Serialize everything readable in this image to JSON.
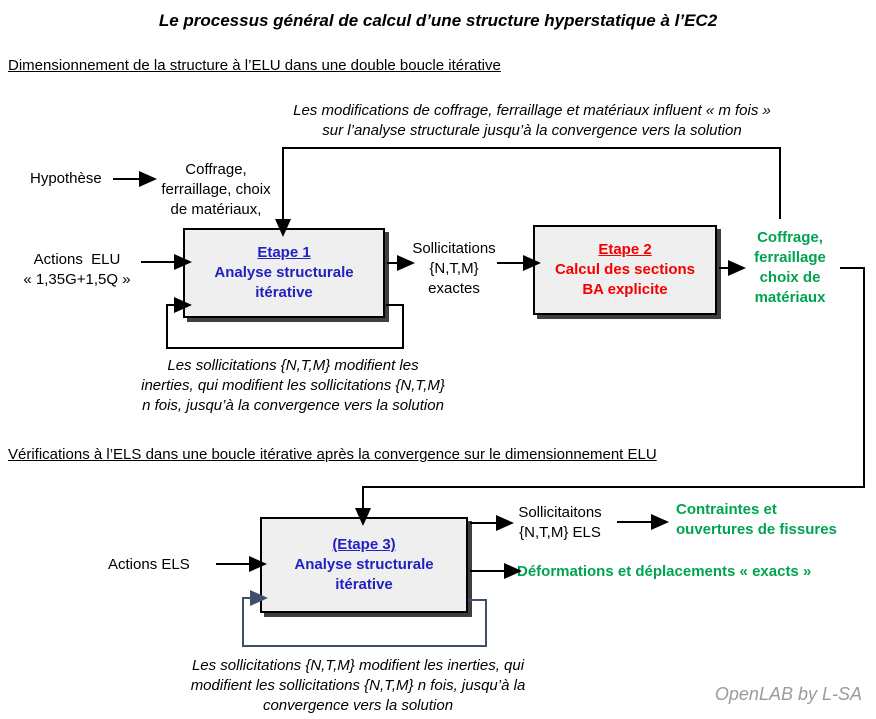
{
  "title": "Le processus général de calcul d’une structure hyperstatique à l’EC2",
  "sections": {
    "elu_heading": "Dimensionnement de la structure à l’ELU dans une double boucle itérative",
    "els_heading": "Vérifications à l’ELS dans une boucle itérative après la convergence sur le dimensionnement ELU"
  },
  "annotations": {
    "top_feedback": {
      "line1": "Les modifications de coffrage, ferraillage et matériaux influent « m fois »",
      "line2": "sur l’analyse structurale jusqu’à la convergence vers la solution"
    },
    "elu_loop": {
      "line1": "Les sollicitations {N,T,M} modifient les",
      "line2": "inerties, qui modifient les sollicitations {N,T,M}",
      "line3": "n fois, jusqu’à la convergence vers la solution"
    },
    "els_loop": {
      "line1": "Les sollicitations {N,T,M} modifient les inerties, qui",
      "line2": "modifient les sollicitations {N,T,M} n fois, jusqu’à la",
      "line3": "convergence vers la solution"
    }
  },
  "labels": {
    "hypothese": "Hypothèse",
    "coffrage_input": {
      "line1": "Coffrage,",
      "line2": "ferraillage, choix",
      "line3": "de matériaux,"
    },
    "actions_elu": {
      "line1": "Actions  ELU",
      "line2": "« 1,35G+1,5Q »"
    },
    "sollicitations_exactes": {
      "line1": "Sollicitations",
      "line2": "{N,T,M}",
      "line3": "exactes"
    },
    "coffrage_output": {
      "line1": "Coffrage,",
      "line2": "ferraillage",
      "line3": "choix de",
      "line4": "matériaux"
    },
    "actions_els": "Actions ELS",
    "sollicitations_els": {
      "line1": "Sollicitaitons",
      "line2": "{N,T,M} ELS"
    },
    "contraintes": {
      "line1": "Contraintes et",
      "line2": "ouvertures de fissures"
    },
    "deformations": "Déformations et déplacements « exacts »"
  },
  "boxes": {
    "etape1": {
      "title": "Etape 1",
      "line1": "Analyse structurale",
      "line2": "itérative"
    },
    "etape2": {
      "title": "Etape 2",
      "line1": "Calcul des sections",
      "line2": "BA explicite"
    },
    "etape3": {
      "title": "(Etape 3)",
      "line1": "Analyse structurale",
      "line2": "itérative"
    }
  },
  "watermark": "OpenLAB by L-SA",
  "colors": {
    "step_blue": "#2222c0",
    "step_red": "#f40000",
    "output_green": "#00a44f",
    "loop_navy": "#3f5069",
    "box_fill": "#efefef"
  }
}
